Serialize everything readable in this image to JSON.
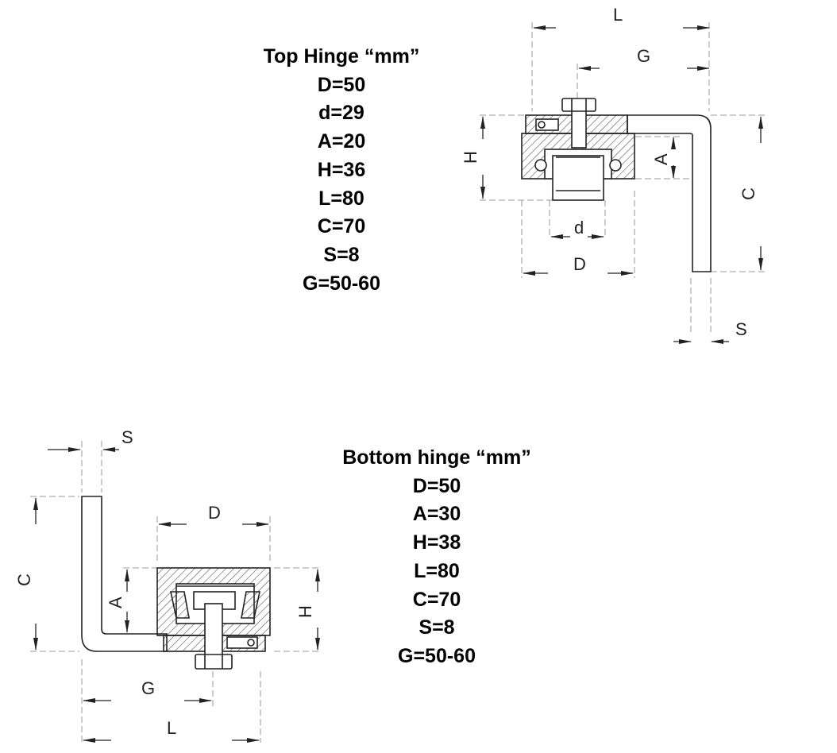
{
  "top_hinge": {
    "title": "Top Hinge “mm”",
    "specs": [
      "D=50",
      "d=29",
      "A=20",
      "H=36",
      "L=80",
      "C=70",
      "S=8",
      "G=50-60"
    ],
    "dim_labels": {
      "L": "L",
      "G": "G",
      "H": "H",
      "A": "A",
      "C": "C",
      "d": "d",
      "D": "D",
      "S": "S"
    }
  },
  "bottom_hinge": {
    "title": "Bottom hinge “mm”",
    "specs": [
      "D=50",
      "A=30",
      "H=38",
      "L=80",
      "C=70",
      "S=8",
      "G=50-60"
    ],
    "dim_labels": {
      "S": "S",
      "C": "C",
      "D": "D",
      "A": "A",
      "H": "H",
      "G": "G",
      "L": "L"
    }
  },
  "colors": {
    "line": "#222222",
    "hatch": "#555555",
    "text": "#000000"
  }
}
